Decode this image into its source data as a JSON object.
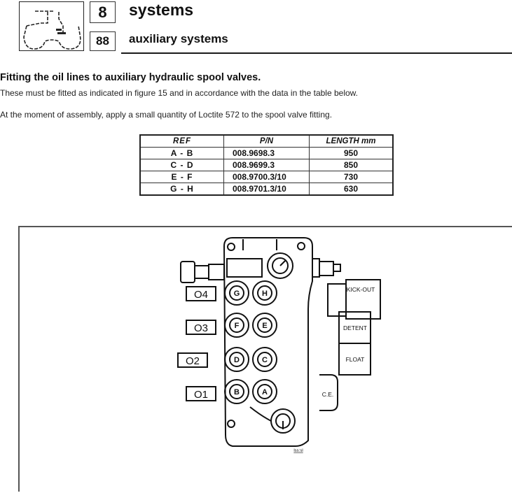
{
  "header": {
    "logo_icon": "tractor-outline-icon",
    "chapter_number": "8",
    "chapter_title": "systems",
    "section_number": "88",
    "section_title": "auxiliary systems"
  },
  "content": {
    "heading": "Fitting the oil lines to auxiliary hydraulic spool valves.",
    "paragraphs": [
      "These must be fitted as indicated in figure 15 and in accordance with the data in the table below.",
      "At the moment of assembly, apply a small quantity of Loctite 572 to the spool valve fitting."
    ]
  },
  "table": {
    "headers": [
      "REF",
      "P/N",
      "LENGTH  mm"
    ],
    "rows": [
      [
        "A  -  B",
        "008.9698.3",
        "950"
      ],
      [
        "C  -  D",
        "008.9699.3",
        "850"
      ],
      [
        "E  -  F",
        "008.9700.3/10",
        "730"
      ],
      [
        "G  -  H",
        "008.9701.3/10",
        "630"
      ]
    ]
  },
  "figure": {
    "description": "Auxiliary hydraulic spool valve block",
    "section_labels": [
      "O4",
      "O3",
      "O2",
      "O1"
    ],
    "port_labels": [
      [
        "G",
        "H"
      ],
      [
        "F",
        "E"
      ],
      [
        "D",
        "C"
      ],
      [
        "B",
        "A"
      ]
    ],
    "side_labels": [
      "KICK-OUT",
      "DETENT",
      "FLOAT",
      "C.E."
    ],
    "figure_code": "lss:sl"
  }
}
